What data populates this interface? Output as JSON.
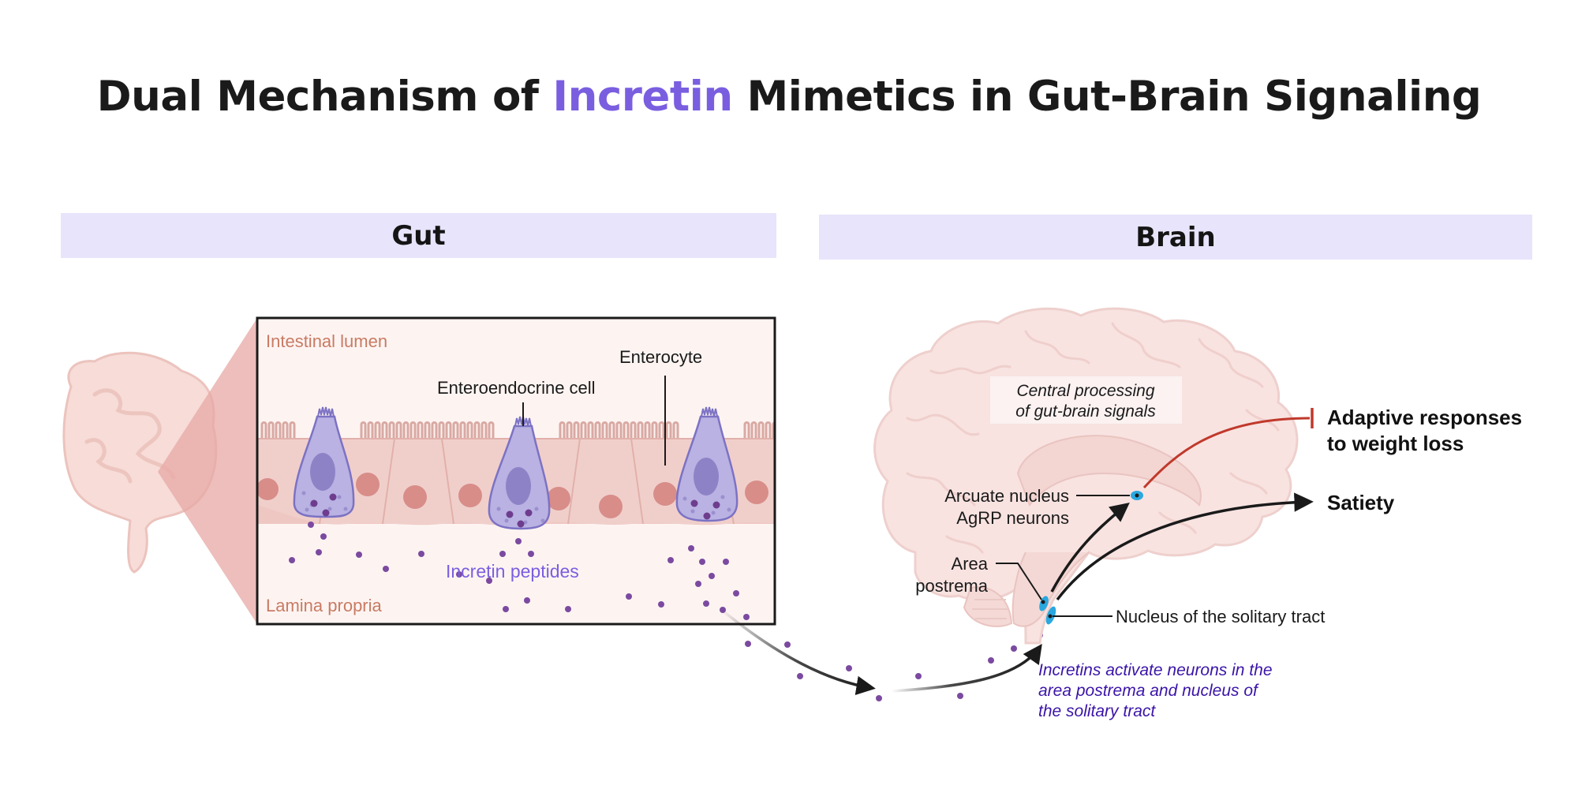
{
  "title": {
    "before": "Dual Mechanism of ",
    "highlight": "Incretin",
    "after": " Mimetics in Gut-Brain Signaling"
  },
  "panels": {
    "gut": "Gut",
    "brain": "Brain"
  },
  "gut_labels": {
    "intestinal_lumen": "Intestinal lumen",
    "enterocyte": "Enterocyte",
    "enteroendocrine_cell": "Enteroendocrine cell",
    "incretin_peptides": "Incretin peptides",
    "lamina_propria": "Lamina propria"
  },
  "brain_labels": {
    "central_processing_line1": "Central processing",
    "central_processing_line2": "of gut-brain signals",
    "arcuate_line1": "Arcuate nucleus",
    "arcuate_line2": "AgRP neurons",
    "area_postrema_line1": "Area",
    "area_postrema_line2": "postrema",
    "nucleus_solitary_tract": "Nucleus of the solitary tract",
    "incretins_note_line1": "Incretins activate neurons in the",
    "incretins_note_line2": "area postrema and nucleus of",
    "incretins_note_line3": "the solitary tract"
  },
  "outcomes": {
    "adaptive_line1": "Adaptive responses",
    "adaptive_line2": "to weight loss",
    "satiety": "Satiety"
  },
  "colors": {
    "accent_purple": "#7a5ee0",
    "band_background": "#e8e4fb",
    "lumen_label": "#c97b63",
    "inhibition_red": "#c0392b",
    "note_purple": "#3a14a8",
    "nucleus_blue": "#29a8e0",
    "peptide_dot": "#7b4aa0"
  }
}
